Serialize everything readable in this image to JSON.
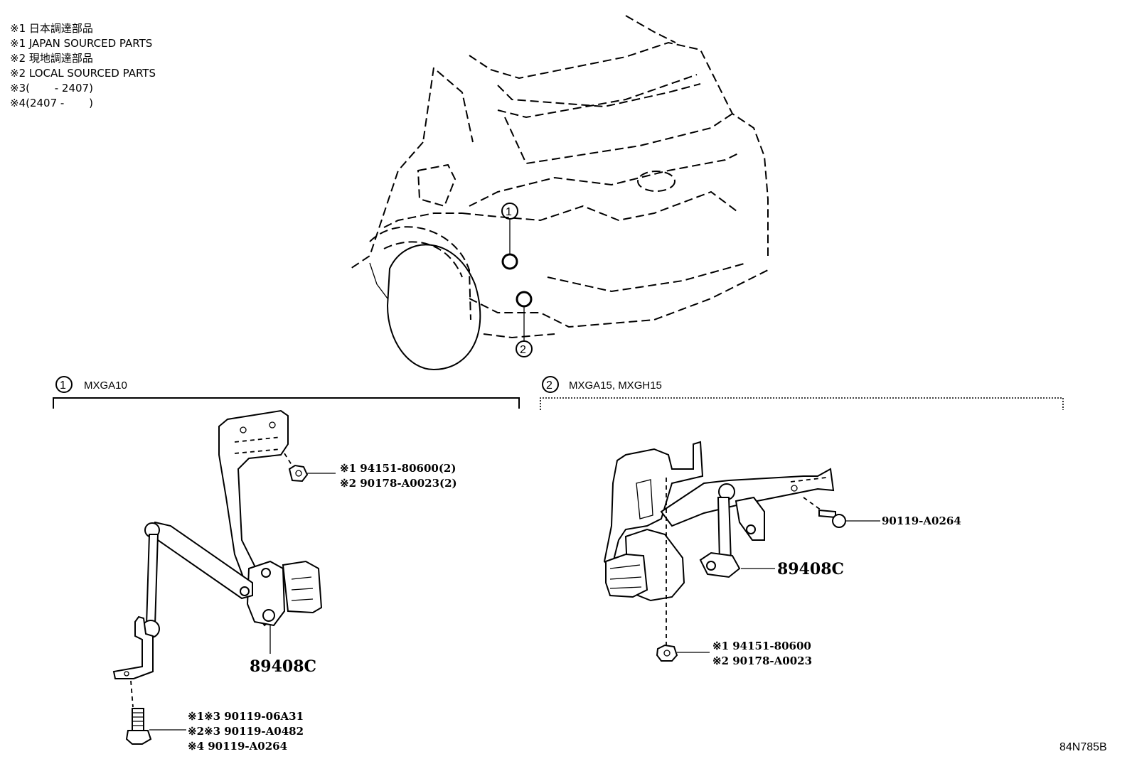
{
  "notes": [
    "※1 日本調達部品",
    "※1 JAPAN SOURCED PARTS",
    "※2 現地調達部品",
    "※2 LOCAL SOURCED PARTS",
    "※3(　　 - 2407)",
    "※4(2407 -　　 )"
  ],
  "markers": {
    "one": "1",
    "two": "2"
  },
  "sections": {
    "left": {
      "number": "1",
      "model": "MXGA10"
    },
    "right": {
      "number": "2",
      "model": "MXGA15, MXGH15"
    }
  },
  "left_parts": {
    "nut": [
      "※1 94151-80600(2)",
      "※2 90178-A0023(2)"
    ],
    "sensor": "89408C",
    "bolt": [
      "※1※3 90119-06A31",
      "※2※3 90119-A0482",
      "※4 90119-A0264"
    ]
  },
  "right_parts": {
    "bolt": "90119-A0264",
    "sensor": "89408C",
    "nut": [
      "※1 94151-80600",
      "※2 90178-A0023"
    ]
  },
  "diagram_code": "84N785B"
}
